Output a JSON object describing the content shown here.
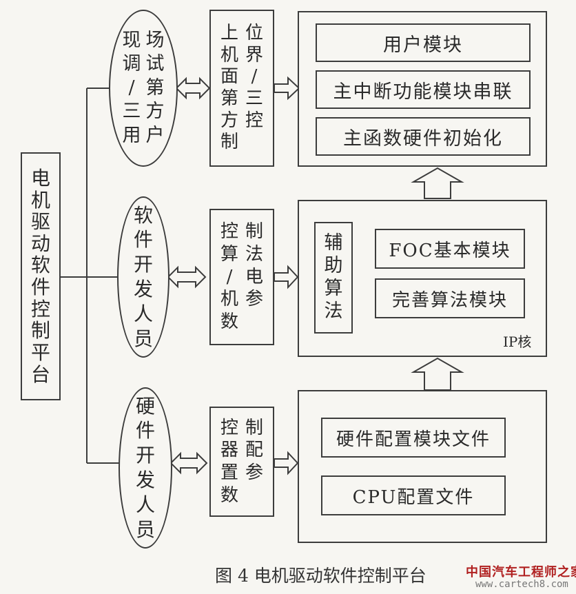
{
  "platform": {
    "label_chars": [
      "电",
      "机",
      "驱",
      "动",
      "软",
      "件",
      "控",
      "制",
      "平",
      "台"
    ]
  },
  "users": [
    {
      "chars": [
        "现",
        "场",
        "调",
        "试",
        "/",
        "第",
        "三",
        "方",
        "用",
        "户"
      ]
    },
    {
      "chars": [
        "软",
        "件",
        "开",
        "发",
        "人",
        "员"
      ]
    },
    {
      "chars": [
        "硬",
        "件",
        "开",
        "发",
        "人",
        "员"
      ]
    }
  ],
  "interfaces": [
    {
      "chars": [
        "上",
        "位",
        "机",
        "界",
        "面",
        "/",
        "第",
        "三",
        "方",
        "控",
        "制"
      ]
    },
    {
      "chars": [
        "控",
        "制",
        "算",
        "法",
        "/",
        "电",
        "机",
        "参",
        "数"
      ]
    },
    {
      "chars": [
        "控",
        "制",
        "器",
        "配",
        "置",
        "参",
        "数"
      ]
    }
  ],
  "top_group": {
    "modules": [
      "用户模块",
      "主中断功能模块串联",
      "主函数硬件初始化"
    ]
  },
  "mid_group": {
    "aux_chars": [
      "辅",
      "助",
      "算",
      "法"
    ],
    "modules": [
      "FOC基本模块",
      "完善算法模块"
    ],
    "label": "IP核"
  },
  "bottom_group": {
    "modules": [
      "硬件配置模块文件",
      "CPU配置文件"
    ]
  },
  "caption": "图 4 电机驱动软件控制平台",
  "watermark": {
    "text": "中国汽车工程师之家",
    "url": "www.cartech8.com"
  }
}
